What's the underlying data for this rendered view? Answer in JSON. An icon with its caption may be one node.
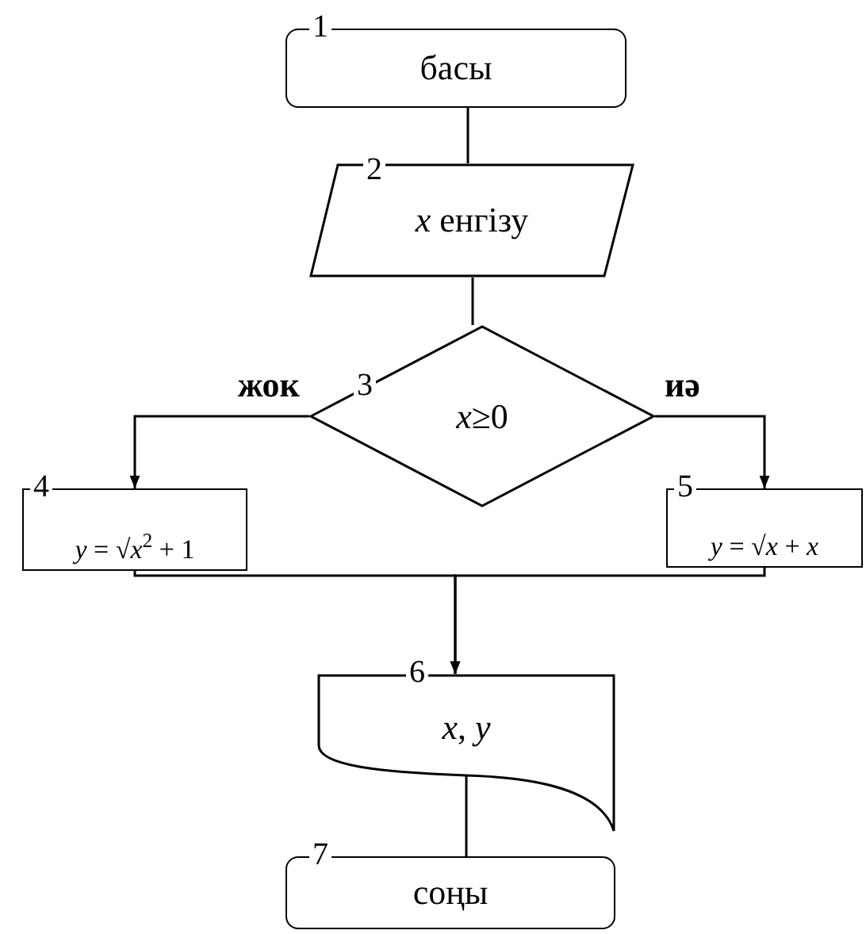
{
  "diagram": {
    "nodes": [
      {
        "text": [
          "1",
          "басы"
        ]
      },
      {
        "text": [
          "2",
          "*x* енгізу"
        ]
      },
      {
        "text": [
          "3",
          "*x*≥0"
        ]
      },
      {
        "text": [
          "4",
          "*y* = √*x*$^{2}$ + 1"
        ]
      },
      {
        "text": [
          "5",
          "*y* = √*x* + *x*"
        ]
      },
      {
        "text": [
          "6",
          "*x*, *y*"
        ]
      },
      {
        "text": [
          "7",
          "соңы"
        ]
      }
    ],
    "edges": [
      {
        "from": 0,
        "to": 1,
        "arrow": "none"
      },
      {
        "from": 1,
        "to": 2,
        "arrow": "none"
      },
      {
        "from": 2,
        "to": 3,
        "arrow": "to",
        "label": "жок"
      },
      {
        "from": 2,
        "to": 4,
        "arrow": "to",
        "label": "иә"
      },
      {
        "from": 3,
        "to": 5,
        "arrow": "to"
      },
      {
        "from": 4,
        "to": 5,
        "arrow": "to"
      },
      {
        "from": 5,
        "to": 6,
        "arrow": "none"
      }
    ]
  }
}
